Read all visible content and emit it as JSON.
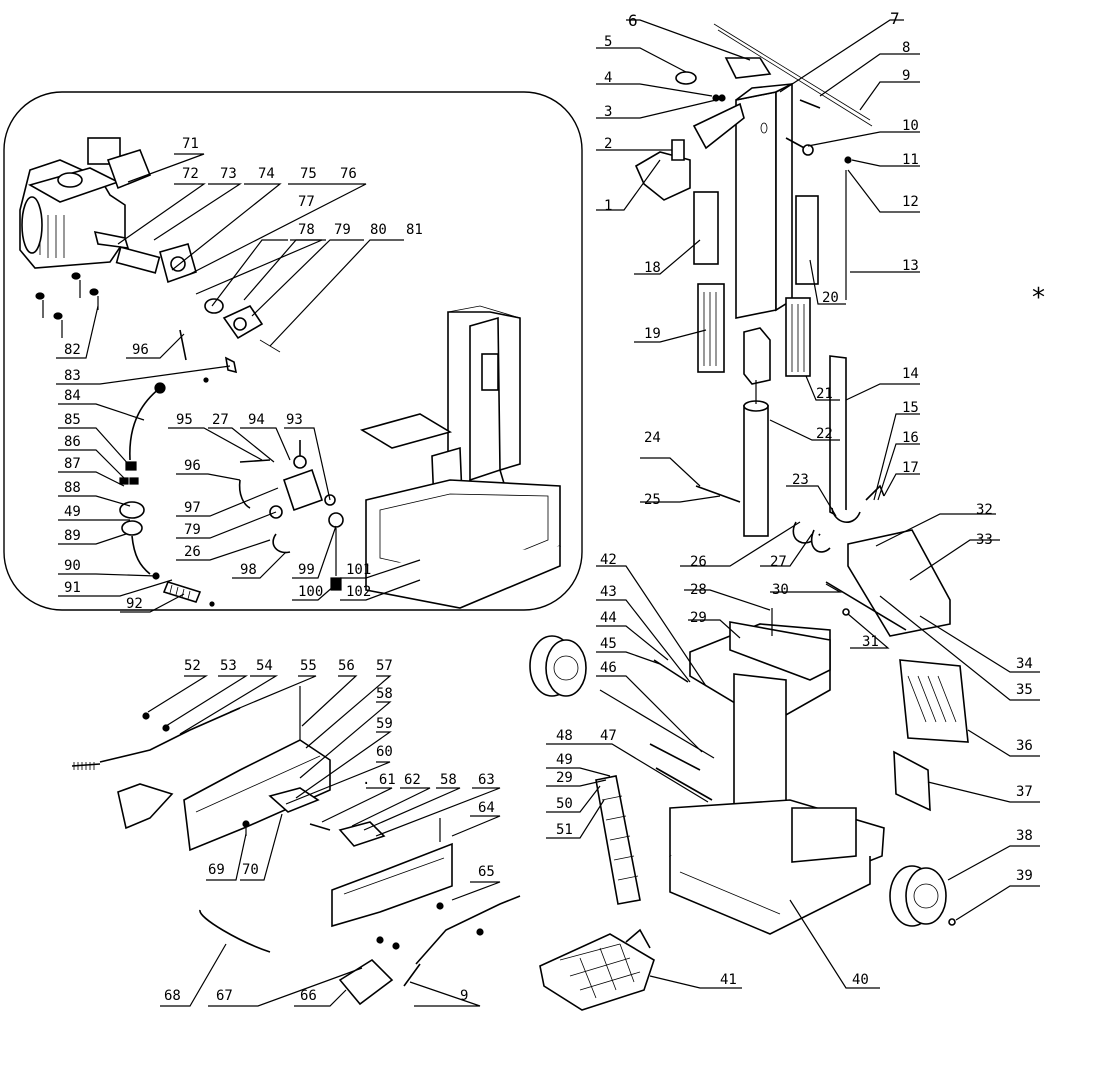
{
  "diagram": {
    "note_symbol": "*",
    "labels": [
      {
        "id": "1",
        "text": "1"
      },
      {
        "id": "2",
        "text": "2"
      },
      {
        "id": "3",
        "text": "3"
      },
      {
        "id": "4",
        "text": "4"
      },
      {
        "id": "5",
        "text": "5"
      },
      {
        "id": "6",
        "text": "6"
      },
      {
        "id": "7",
        "text": "7"
      },
      {
        "id": "8",
        "text": "8"
      },
      {
        "id": "9a",
        "text": "9"
      },
      {
        "id": "10",
        "text": "10"
      },
      {
        "id": "11",
        "text": "11"
      },
      {
        "id": "12",
        "text": "12"
      },
      {
        "id": "13",
        "text": "13"
      },
      {
        "id": "14",
        "text": "14"
      },
      {
        "id": "15",
        "text": "15"
      },
      {
        "id": "16",
        "text": "16"
      },
      {
        "id": "17",
        "text": "17"
      },
      {
        "id": "18",
        "text": "18"
      },
      {
        "id": "19",
        "text": "19"
      },
      {
        "id": "20",
        "text": "20"
      },
      {
        "id": "21",
        "text": "21"
      },
      {
        "id": "22",
        "text": "22"
      },
      {
        "id": "23",
        "text": "23"
      },
      {
        "id": "24",
        "text": "24"
      },
      {
        "id": "25",
        "text": "25"
      },
      {
        "id": "26a",
        "text": "26"
      },
      {
        "id": "27a",
        "text": "27"
      },
      {
        "id": "28",
        "text": "28"
      },
      {
        "id": "29a",
        "text": "29"
      },
      {
        "id": "30",
        "text": "30"
      },
      {
        "id": "31",
        "text": "31"
      },
      {
        "id": "32",
        "text": "32"
      },
      {
        "id": "33",
        "text": "33"
      },
      {
        "id": "34",
        "text": "34"
      },
      {
        "id": "35",
        "text": "35"
      },
      {
        "id": "36",
        "text": "36"
      },
      {
        "id": "37",
        "text": "37"
      },
      {
        "id": "38",
        "text": "38"
      },
      {
        "id": "39",
        "text": "39"
      },
      {
        "id": "40",
        "text": "40"
      },
      {
        "id": "41",
        "text": "41"
      },
      {
        "id": "42",
        "text": "42"
      },
      {
        "id": "43",
        "text": "43"
      },
      {
        "id": "44",
        "text": "44"
      },
      {
        "id": "45",
        "text": "45"
      },
      {
        "id": "46",
        "text": "46"
      },
      {
        "id": "47",
        "text": "47"
      },
      {
        "id": "48",
        "text": "48"
      },
      {
        "id": "49a",
        "text": "49"
      },
      {
        "id": "29b",
        "text": "29"
      },
      {
        "id": "50",
        "text": "50"
      },
      {
        "id": "51",
        "text": "51"
      },
      {
        "id": "52",
        "text": "52"
      },
      {
        "id": "53",
        "text": "53"
      },
      {
        "id": "54",
        "text": "54"
      },
      {
        "id": "55",
        "text": "55"
      },
      {
        "id": "56",
        "text": "56"
      },
      {
        "id": "57",
        "text": "57"
      },
      {
        "id": "58a",
        "text": "58"
      },
      {
        "id": "59",
        "text": "59"
      },
      {
        "id": "60",
        "text": "60"
      },
      {
        "id": "61",
        "text": ". 61"
      },
      {
        "id": "62",
        "text": "62"
      },
      {
        "id": "58b",
        "text": "58"
      },
      {
        "id": "63",
        "text": "63"
      },
      {
        "id": "64",
        "text": "64"
      },
      {
        "id": "65",
        "text": "65"
      },
      {
        "id": "66",
        "text": "66"
      },
      {
        "id": "67",
        "text": "67"
      },
      {
        "id": "68",
        "text": "68"
      },
      {
        "id": "9b",
        "text": "9"
      },
      {
        "id": "69",
        "text": "69"
      },
      {
        "id": "70",
        "text": "70"
      },
      {
        "id": "71",
        "text": "71"
      },
      {
        "id": "72",
        "text": "72"
      },
      {
        "id": "73",
        "text": "73"
      },
      {
        "id": "74",
        "text": "74"
      },
      {
        "id": "75",
        "text": "75"
      },
      {
        "id": "76",
        "text": "76"
      },
      {
        "id": "77",
        "text": "77"
      },
      {
        "id": "78",
        "text": "78"
      },
      {
        "id": "79a",
        "text": "79"
      },
      {
        "id": "80",
        "text": "80"
      },
      {
        "id": "81",
        "text": "81"
      },
      {
        "id": "82",
        "text": "82"
      },
      {
        "id": "83",
        "text": "83"
      },
      {
        "id": "84",
        "text": "84"
      },
      {
        "id": "85",
        "text": "85"
      },
      {
        "id": "86",
        "text": "86"
      },
      {
        "id": "87",
        "text": "87"
      },
      {
        "id": "88",
        "text": "88"
      },
      {
        "id": "49b",
        "text": "49"
      },
      {
        "id": "89",
        "text": "89"
      },
      {
        "id": "90",
        "text": "90"
      },
      {
        "id": "91",
        "text": "91"
      },
      {
        "id": "92",
        "text": "92"
      },
      {
        "id": "95",
        "text": "95"
      },
      {
        "id": "27b",
        "text": "27"
      },
      {
        "id": "94",
        "text": "94"
      },
      {
        "id": "93",
        "text": "93"
      },
      {
        "id": "96a",
        "text": "96"
      },
      {
        "id": "96b",
        "text": "96"
      },
      {
        "id": "97",
        "text": "97"
      },
      {
        "id": "79b",
        "text": "79"
      },
      {
        "id": "26b",
        "text": "26"
      },
      {
        "id": "98",
        "text": "98"
      },
      {
        "id": "99",
        "text": "99"
      },
      {
        "id": "100",
        "text": "100"
      },
      {
        "id": "101",
        "text": "101"
      },
      {
        "id": "102",
        "text": "102"
      }
    ]
  }
}
